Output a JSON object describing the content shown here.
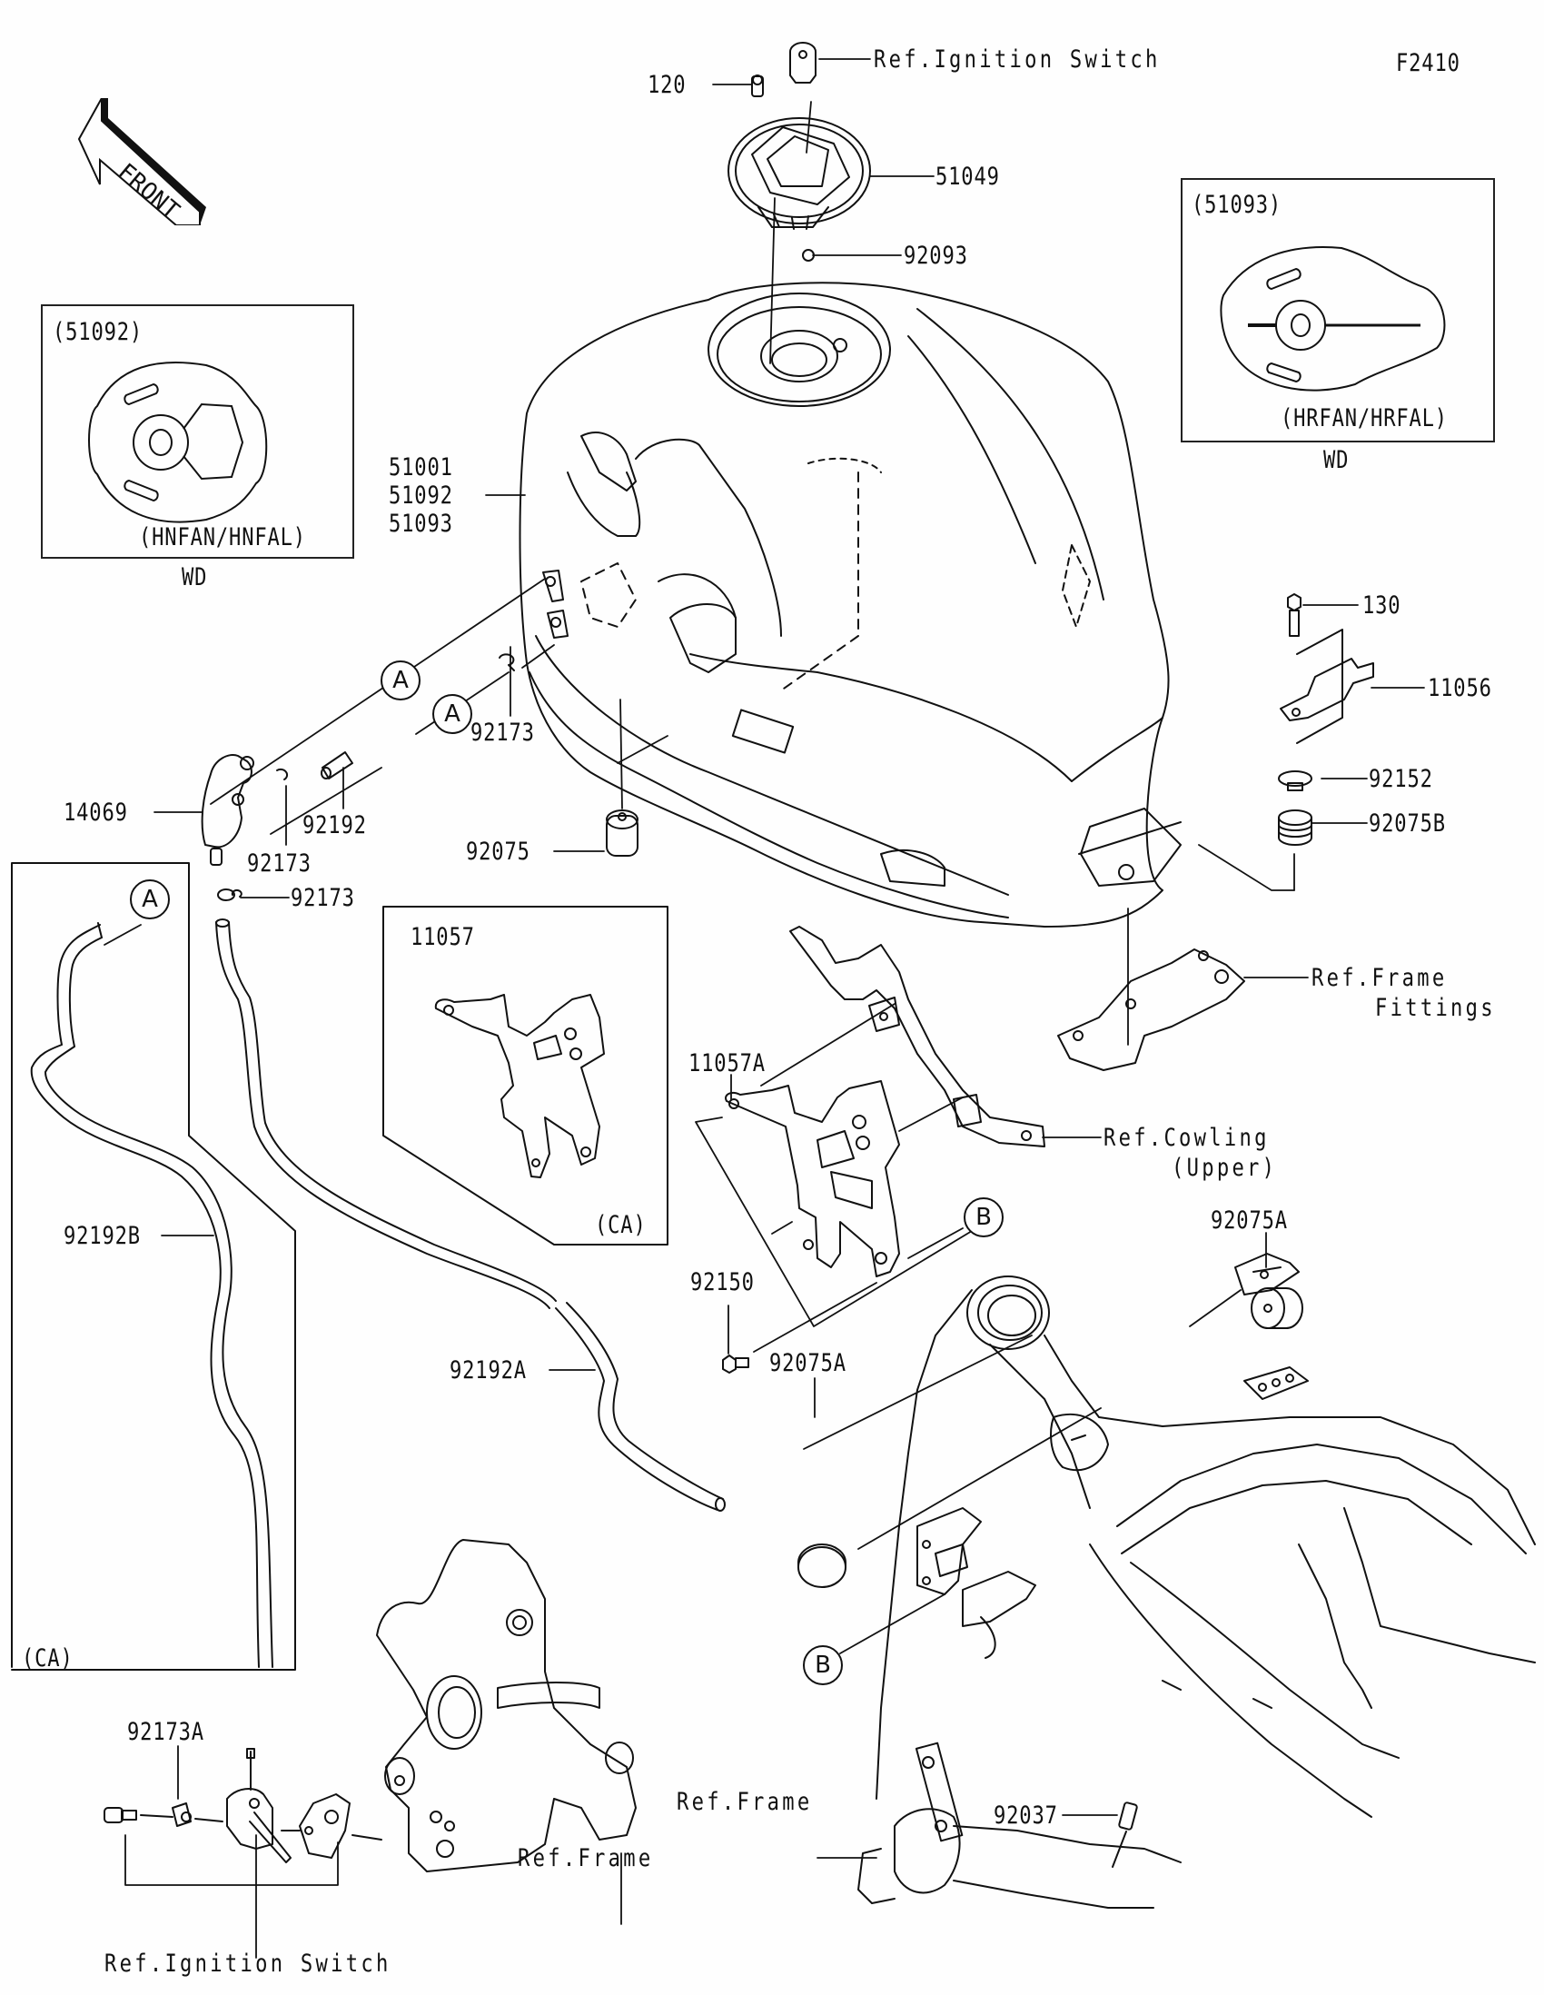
{
  "diagram": {
    "code": "F2410",
    "front_indicator": "FRONT",
    "callouts": [
      {
        "id": "c120",
        "text": "120"
      },
      {
        "id": "c-ref-ign-top",
        "text": "Ref.Ignition Switch"
      },
      {
        "id": "c51049",
        "text": "51049"
      },
      {
        "id": "c92093",
        "text": "92093"
      },
      {
        "id": "c51001",
        "text": "51001"
      },
      {
        "id": "c51092",
        "text": "51092"
      },
      {
        "id": "c51093",
        "text": "51093"
      },
      {
        "id": "c14069",
        "text": "14069"
      },
      {
        "id": "c92192",
        "text": "92192"
      },
      {
        "id": "c92173-a",
        "text": "92173"
      },
      {
        "id": "c92173-b",
        "text": "92173"
      },
      {
        "id": "c92173-c",
        "text": "92173"
      },
      {
        "id": "c92075",
        "text": "92075"
      },
      {
        "id": "c130",
        "text": "130"
      },
      {
        "id": "c11056",
        "text": "11056"
      },
      {
        "id": "c92152",
        "text": "92152"
      },
      {
        "id": "c92075B",
        "text": "92075B"
      },
      {
        "id": "c-ref-frame-fittings-1",
        "text": "Ref.Frame"
      },
      {
        "id": "c-ref-frame-fittings-2",
        "text": "Fittings"
      },
      {
        "id": "c11057A",
        "text": "11057A"
      },
      {
        "id": "c-ref-cowling-1",
        "text": "Ref.Cowling"
      },
      {
        "id": "c-ref-cowling-2",
        "text": "(Upper)"
      },
      {
        "id": "c92150",
        "text": "92150"
      },
      {
        "id": "c92075A-top",
        "text": "92075A"
      },
      {
        "id": "c92075A-mid",
        "text": "92075A"
      },
      {
        "id": "c92192B",
        "text": "92192B"
      },
      {
        "id": "c92192A",
        "text": "92192A"
      },
      {
        "id": "c92173A",
        "text": "92173A"
      },
      {
        "id": "c-ref-ign-bottom",
        "text": "Ref.Ignition Switch"
      },
      {
        "id": "c-ref-frame-left",
        "text": "Ref.Frame"
      },
      {
        "id": "c-ref-frame-right",
        "text": "Ref.Frame"
      },
      {
        "id": "c92037",
        "text": "92037"
      }
    ],
    "connectors": {
      "a": "A",
      "b": "B"
    },
    "insets": {
      "tank_51092": {
        "part": "(51092)",
        "models": "(HNFAN/HNFAL)",
        "note": "WD"
      },
      "tank_51093": {
        "part": "(51093)",
        "models": "(HRFAN/HRFAL)",
        "note": "WD"
      },
      "bracket_11057": {
        "part": "11057",
        "region": "(CA)"
      },
      "hose_92192B": {
        "region": "(CA)"
      }
    }
  }
}
